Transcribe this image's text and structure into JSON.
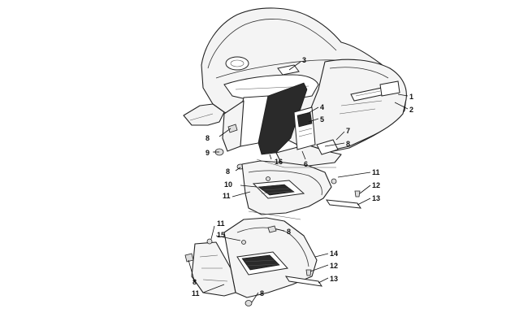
{
  "diagram": {
    "callouts": [
      "1",
      "2",
      "3",
      "4",
      "5",
      "6",
      "7",
      "8",
      "8",
      "8",
      "8",
      "8",
      "8",
      "9",
      "10",
      "11",
      "11",
      "11",
      "11",
      "11",
      "12",
      "12",
      "13",
      "13",
      "14",
      "15",
      "16"
    ]
  }
}
